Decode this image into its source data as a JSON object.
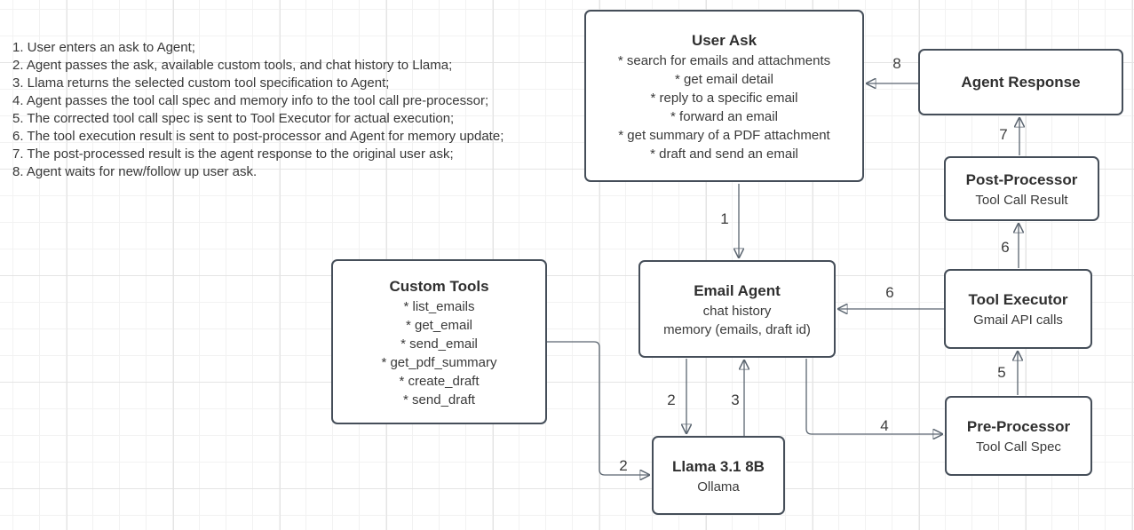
{
  "notes": {
    "items": [
      "1. User enters an ask to Agent;",
      "2. Agent passes the ask, available custom tools, and chat history to Llama;",
      "3. Llama returns the selected custom tool specification to Agent;",
      "4. Agent passes the tool call spec and memory info to the tool call pre-processor;",
      "5. The corrected tool call spec is sent to Tool Executor for actual execution;",
      "6. The tool execution result is sent to post-processor and Agent for memory update;",
      "7. The post-processed result is the agent response to the original user ask;",
      "8. Agent waits for new/follow up user ask."
    ]
  },
  "boxes": {
    "user_ask": {
      "title": "User Ask",
      "lines": [
        "* search for emails and attachments",
        "* get email detail",
        "* reply to a specific email",
        "* forward an email",
        "* get summary of a PDF attachment",
        "* draft and send an email"
      ]
    },
    "custom_tools": {
      "title": "Custom Tools",
      "lines": [
        "* list_emails",
        "* get_email",
        "* send_email",
        "* get_pdf_summary",
        "* create_draft",
        "* send_draft"
      ]
    },
    "email_agent": {
      "title": "Email Agent",
      "lines": [
        "chat history",
        "memory (emails, draft id)"
      ]
    },
    "llama": {
      "title": "Llama 3.1 8B",
      "lines": [
        "Ollama"
      ]
    },
    "agent_response": {
      "title": "Agent Response"
    },
    "post_processor": {
      "title": "Post-Processor",
      "lines": [
        "Tool Call Result"
      ]
    },
    "tool_executor": {
      "title": "Tool Executor",
      "lines": [
        "Gmail API calls"
      ]
    },
    "pre_processor": {
      "title": "Pre-Processor",
      "lines": [
        "Tool Call Spec"
      ]
    }
  },
  "edge_labels": {
    "step1": "1",
    "step2_agent_to_llama": "2",
    "step2_tools_to_llama": "2",
    "step3": "3",
    "step4": "4",
    "step5": "5",
    "step6_to_agent": "6",
    "step6_to_postprocessor": "6",
    "step7": "7",
    "step8": "8"
  },
  "colors": {
    "box_border": "#454e59",
    "arrow": "#5b6570",
    "text": "#333333",
    "grid_minor": "#f2f2f2",
    "grid_major": "#e4e4e4",
    "background": "#ffffff"
  }
}
